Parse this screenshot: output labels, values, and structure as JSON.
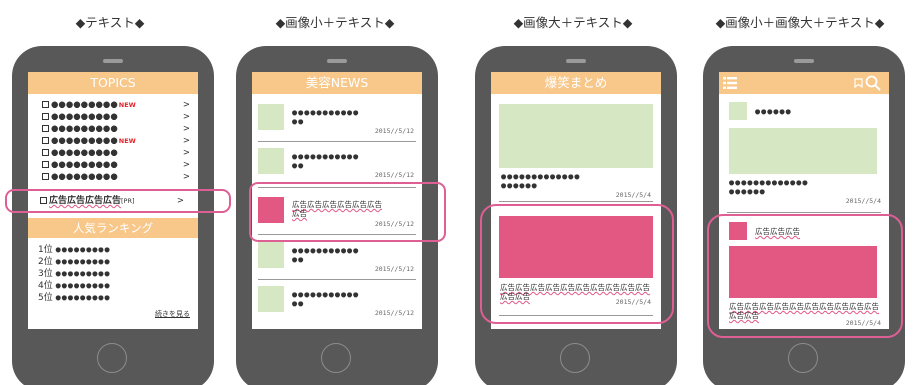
{
  "columns": [
    {
      "title": "◆テキスト◆"
    },
    {
      "title": "◆画像小＋テキスト◆"
    },
    {
      "title": "◆画像大＋テキスト◆"
    },
    {
      "title": "◆画像小＋画像大＋テキスト◆"
    }
  ],
  "phone1": {
    "header": "TOPICS",
    "dots": "●●●●●●●●●",
    "new_badge": "NEW",
    "arrow": ">",
    "ad_row": "広告広告広告広告",
    "ad_tag": "[PR]",
    "ranking_header": "人気ランキング",
    "ranks": [
      "1位",
      "2位",
      "3位",
      "4位",
      "5位"
    ],
    "rank_dots": "●●●●●●●●●",
    "more_link": "続きを見る"
  },
  "phone2": {
    "header": "美容NEWS",
    "dots1": "●●●●●●●●●●●",
    "dots2": "●●",
    "date": "2015//5/12",
    "ad_text": "広告広告広告広告広告広告広告"
  },
  "phone3": {
    "header": "爆笑まとめ",
    "dots1": "●●●●●●●●●●●●●",
    "dots2": "●●●●●●",
    "date": "2015//5/4",
    "ad_text": "広告広告広告広告広告広告広告広告広告広告広告広告"
  },
  "phone4": {
    "top_dots": "●●●●●●",
    "dots1": "●●●●●●●●●●●●●",
    "dots2": "●●●●●●",
    "date": "2015//5/4",
    "ad_title": "広告広告広告",
    "ad_text": "広告広告広告広告広告広告広告広告広告広告広告広告"
  },
  "colors": {
    "header": "#f8c78a",
    "highlight": "#dd5f93",
    "ad": "#e25883",
    "thumbnail": "#d5e7c3",
    "phone_body": "#585859",
    "new_badge": "#e5232b"
  },
  "icons": [
    "menu-icon",
    "search-icon",
    "bookmark-icon"
  ]
}
